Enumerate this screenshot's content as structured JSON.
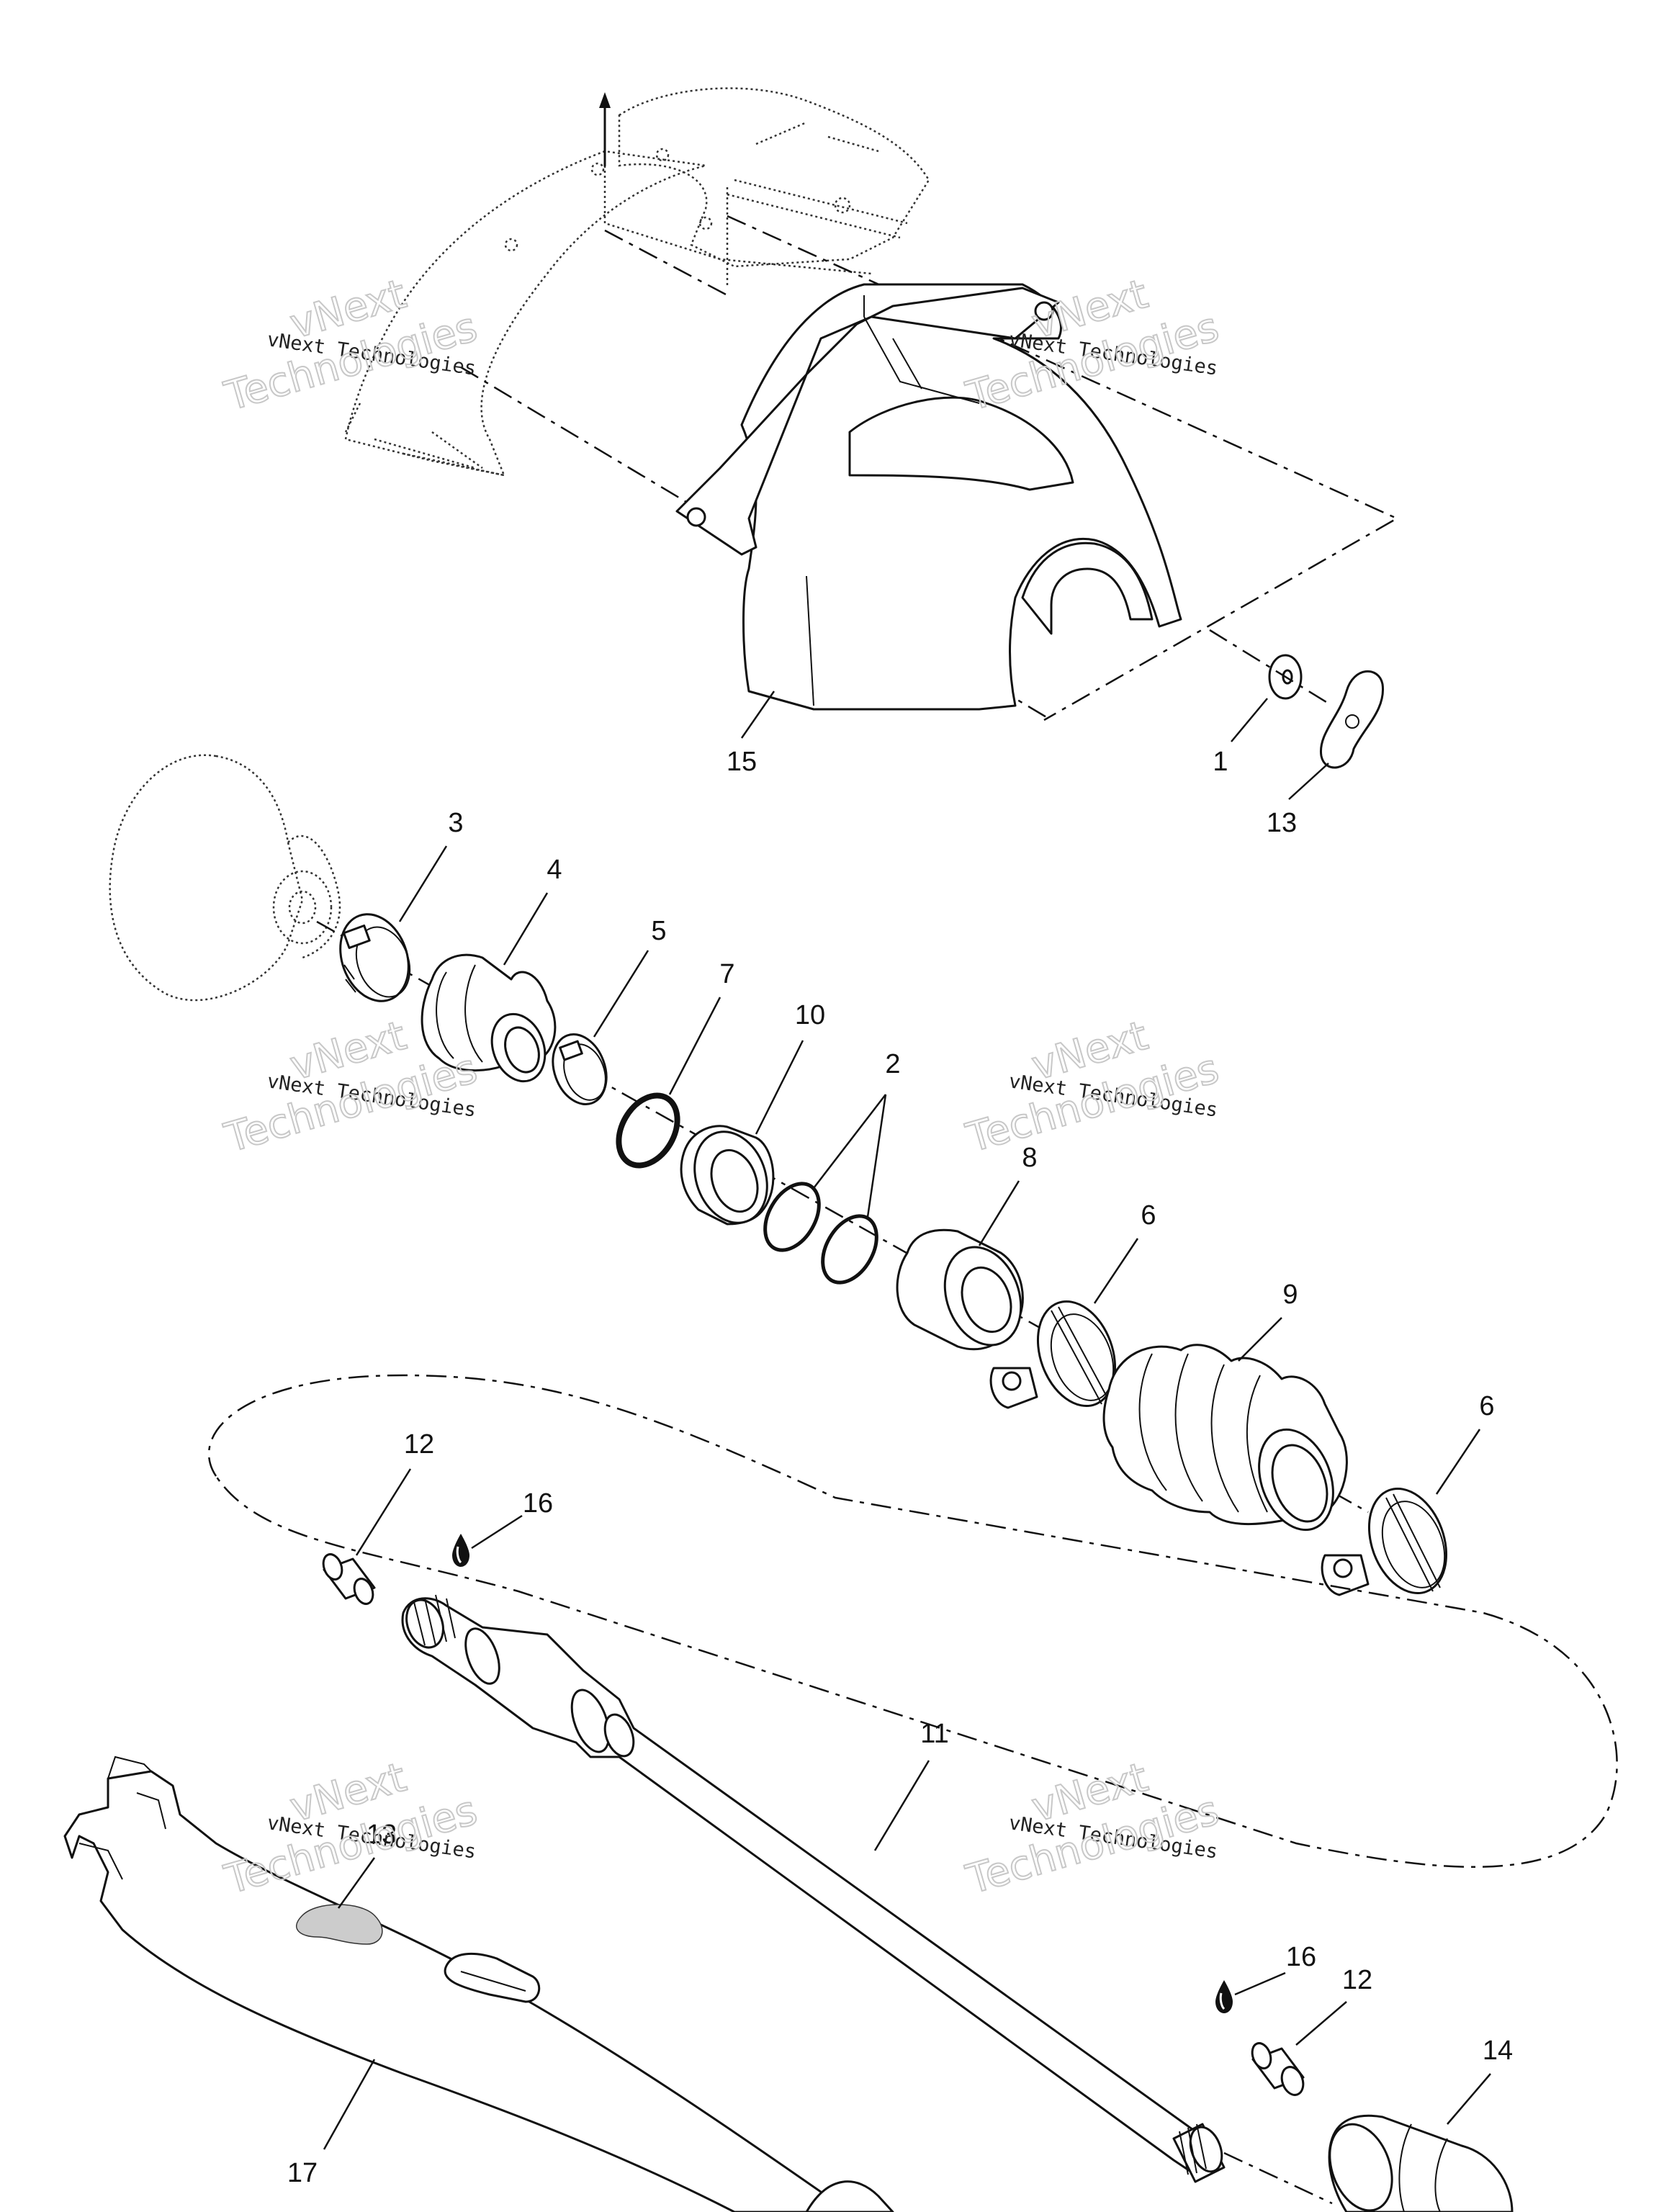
{
  "watermark": {
    "brand_line": "vNext Technologies",
    "overlay_line1": "vNext",
    "overlay_line2": "Technologies"
  },
  "callouts": {
    "c1": "1",
    "c2": "2",
    "c3": "3",
    "c4": "4",
    "c5": "5",
    "c6a": "6",
    "c6b": "6",
    "c7": "7",
    "c8": "8",
    "c9": "9",
    "c10": "10",
    "c11": "11",
    "c12a": "12",
    "c12b": "12",
    "c13a": "13",
    "c13b": "13",
    "c14": "14",
    "c15": "15",
    "c16a": "16",
    "c16b": "16",
    "c17": "17"
  },
  "icons": {
    "lubricant": "lubricant-drop-icon",
    "arrow": "up-arrow-icon"
  }
}
